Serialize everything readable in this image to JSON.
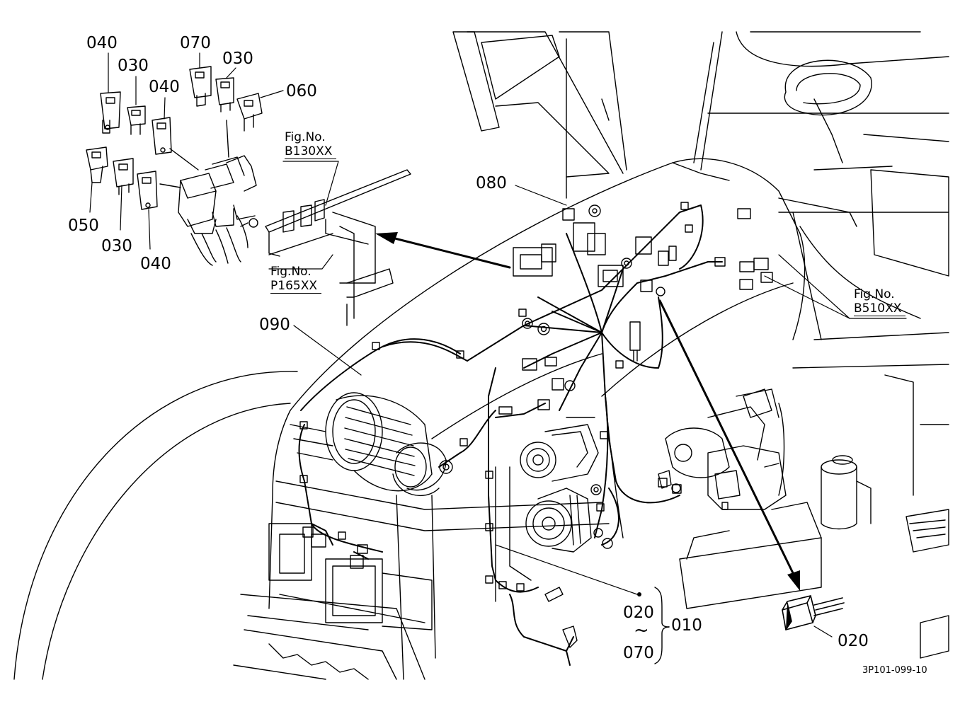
{
  "parts": {
    "p040a": "040",
    "p030a": "030",
    "p070": "070",
    "p030b": "030",
    "p040b": "040",
    "p060": "060",
    "p050": "050",
    "p030c": "030",
    "p040c": "040",
    "p080": "080",
    "p090": "090",
    "p020a": "020",
    "tilde": "~",
    "p070b": "070",
    "p010": "010",
    "p020b": "020"
  },
  "figrefs": {
    "b130": {
      "line1": "Fig.No.",
      "line2": "B130XX"
    },
    "p165": {
      "line1": "Fig.No.",
      "line2": "P165XX"
    },
    "b510": {
      "line1": "Fig.No.",
      "line2": "B510XX"
    }
  },
  "drawing_code": "3P101-099-10"
}
